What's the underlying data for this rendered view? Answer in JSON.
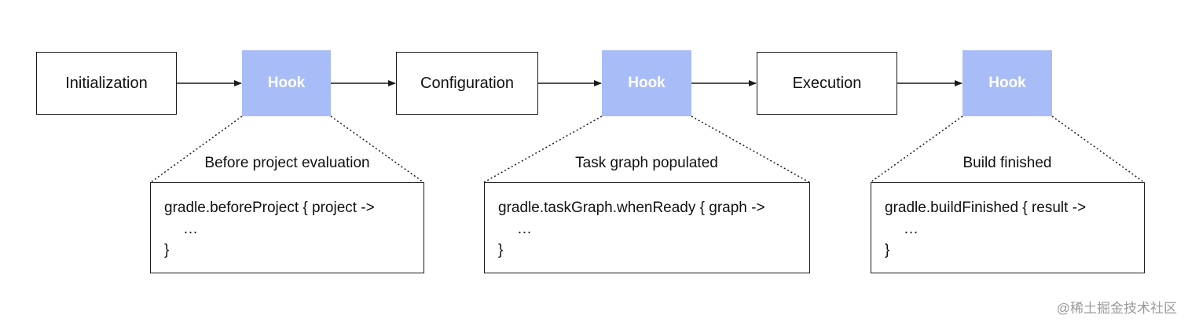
{
  "diagram": {
    "hook_color": "#a8bdf7",
    "line_color": "#1a1a1a",
    "phases": [
      {
        "label": "Initialization"
      },
      {
        "label": "Configuration"
      },
      {
        "label": "Execution"
      }
    ],
    "hooks": [
      {
        "label": "Hook",
        "caption": "Before project evaluation",
        "code": [
          "gradle.beforeProject { project ->",
          "…",
          "}"
        ]
      },
      {
        "label": "Hook",
        "caption": "Task graph populated",
        "code": [
          "gradle.taskGraph.whenReady { graph ->",
          "…",
          "}"
        ]
      },
      {
        "label": "Hook",
        "caption": "Build finished",
        "code": [
          "gradle.buildFinished { result ->",
          "…",
          "}"
        ]
      }
    ]
  },
  "watermark": "@稀土掘金技术社区"
}
